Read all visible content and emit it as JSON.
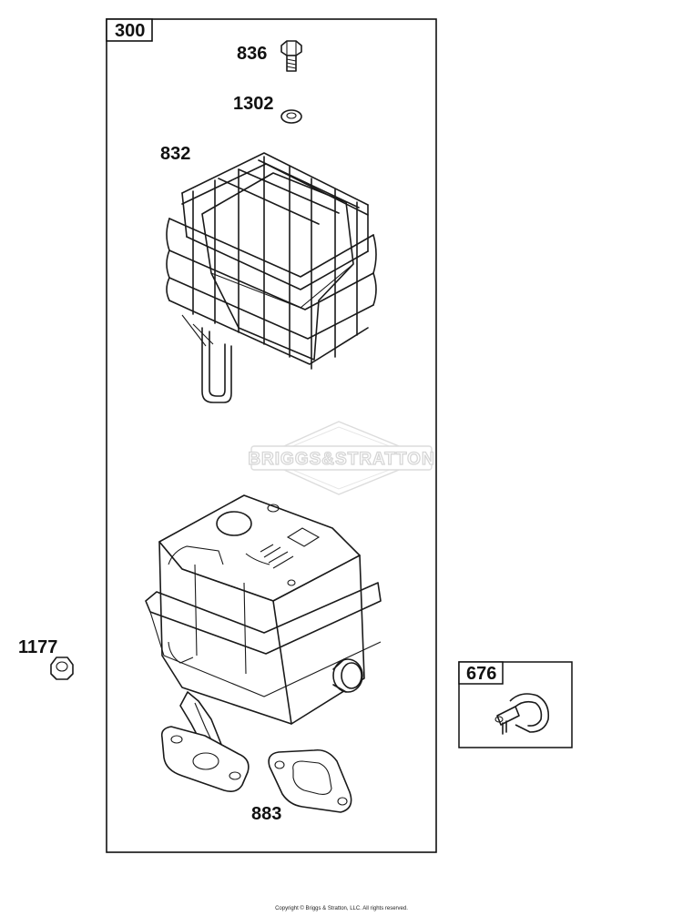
{
  "diagram": {
    "main_group_label": "300",
    "callouts": {
      "p836": "836",
      "p1302": "1302",
      "p832": "832",
      "p1177": "1177",
      "p883": "883",
      "p676": "676"
    },
    "watermark": "BRIGGS&STRATTON",
    "copyright": "Copyright © Briggs & Stratton, LLC. All rights reserved."
  }
}
